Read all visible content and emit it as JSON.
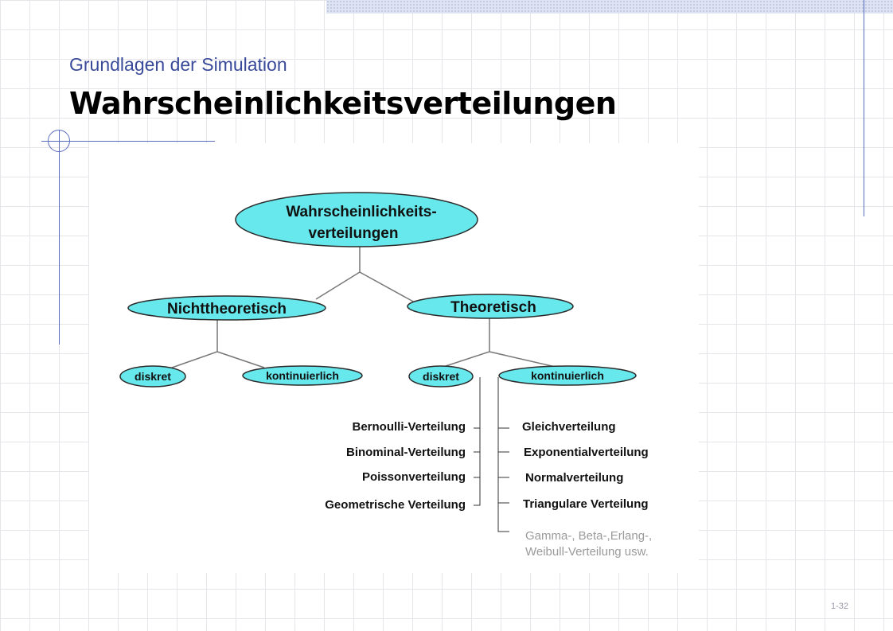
{
  "header": {
    "subtitle": "Grundlagen der Simulation",
    "title": "Wahrscheinlichkeitsverteilungen"
  },
  "diagram": {
    "root": {
      "line1": "Wahrscheinlichkeits-",
      "line2": "verteilungen"
    },
    "branches": {
      "nichttheoretisch": {
        "label": "Nichttheoretisch",
        "diskret": "diskret",
        "kontinuierlich": "kontinuierlich"
      },
      "theoretisch": {
        "label": "Theoretisch",
        "diskret": "diskret",
        "kontinuierlich": "kontinuierlich"
      }
    },
    "diskret_list": [
      "Bernoulli-Verteilung",
      "Binominal-Verteilung",
      "Poissonverteilung",
      "Geometrische Verteilung"
    ],
    "kontinuierlich_list": [
      "Gleichverteilung",
      "Exponentialverteilung",
      "Normalverteilung",
      "Triangulare Verteilung"
    ],
    "other_note": {
      "line1": "Gamma-, Beta-,Erlang-,",
      "line2": "Weibull-Verteilung usw."
    }
  },
  "footer": {
    "page_number": "1-32"
  },
  "colors": {
    "node_fill": "#66e8ec",
    "node_stroke": "#2a2a2a",
    "accent_line": "#5b6ebd",
    "subtitle": "#3a4a9a"
  }
}
